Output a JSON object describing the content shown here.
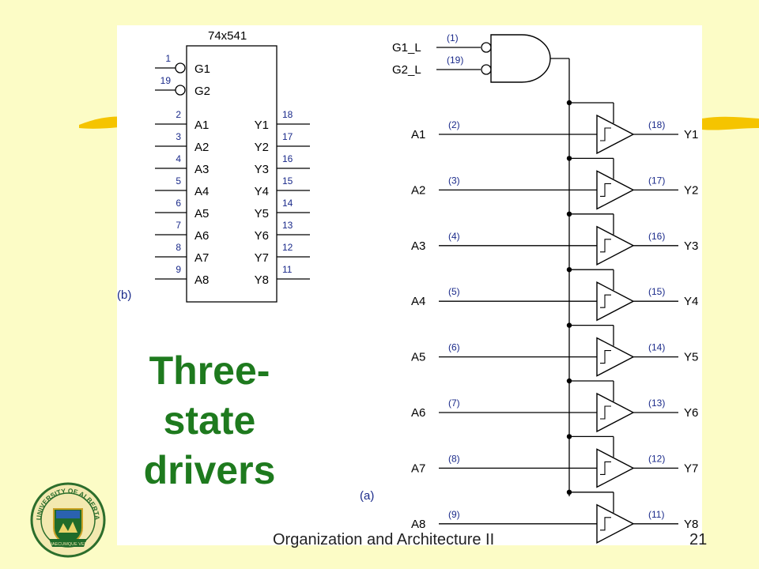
{
  "slide": {
    "title_lines": [
      "Three-",
      "state",
      "drivers"
    ],
    "footer_left": "Organization and Architecture II",
    "page_number": "21",
    "logo": {
      "top_text": "UNIVERSITY OF ALBERTA",
      "motto": "QUAECUMQUE VERA",
      "icon": "university-crest-icon"
    }
  },
  "colors": {
    "background": "#fcfcc6",
    "accent_stroke": "#f5c400",
    "title_green": "#1e7a1e",
    "panel": "#ffffff",
    "ink": "#000000"
  },
  "diagram_b": {
    "panel_label": "(b)",
    "chip_name": "74x541",
    "enable_pins": [
      {
        "num": "1",
        "name": "G1"
      },
      {
        "num": "19",
        "name": "G2"
      }
    ],
    "inputs": [
      {
        "num": "2",
        "name": "A1"
      },
      {
        "num": "3",
        "name": "A2"
      },
      {
        "num": "4",
        "name": "A3"
      },
      {
        "num": "5",
        "name": "A4"
      },
      {
        "num": "6",
        "name": "A5"
      },
      {
        "num": "7",
        "name": "A6"
      },
      {
        "num": "8",
        "name": "A7"
      },
      {
        "num": "9",
        "name": "A8"
      }
    ],
    "outputs": [
      {
        "num": "18",
        "name": "Y1"
      },
      {
        "num": "17",
        "name": "Y2"
      },
      {
        "num": "16",
        "name": "Y3"
      },
      {
        "num": "15",
        "name": "Y4"
      },
      {
        "num": "14",
        "name": "Y5"
      },
      {
        "num": "13",
        "name": "Y6"
      },
      {
        "num": "12",
        "name": "Y7"
      },
      {
        "num": "11",
        "name": "Y8"
      }
    ]
  },
  "diagram_a": {
    "panel_label": "(a)",
    "enables": [
      {
        "name": "G1_L",
        "pin": "(1)"
      },
      {
        "name": "G2_L",
        "pin": "(19)"
      }
    ],
    "channels": [
      {
        "in": "A1",
        "in_pin": "(2)",
        "out": "Y1",
        "out_pin": "(18)"
      },
      {
        "in": "A2",
        "in_pin": "(3)",
        "out": "Y2",
        "out_pin": "(17)"
      },
      {
        "in": "A3",
        "in_pin": "(4)",
        "out": "Y3",
        "out_pin": "(16)"
      },
      {
        "in": "A4",
        "in_pin": "(5)",
        "out": "Y4",
        "out_pin": "(15)"
      },
      {
        "in": "A5",
        "in_pin": "(6)",
        "out": "Y5",
        "out_pin": "(14)"
      },
      {
        "in": "A6",
        "in_pin": "(7)",
        "out": "Y6",
        "out_pin": "(13)"
      },
      {
        "in": "A7",
        "in_pin": "(8)",
        "out": "Y7",
        "out_pin": "(12)"
      },
      {
        "in": "A8",
        "in_pin": "(9)",
        "out": "Y8",
        "out_pin": "(11)"
      }
    ]
  }
}
